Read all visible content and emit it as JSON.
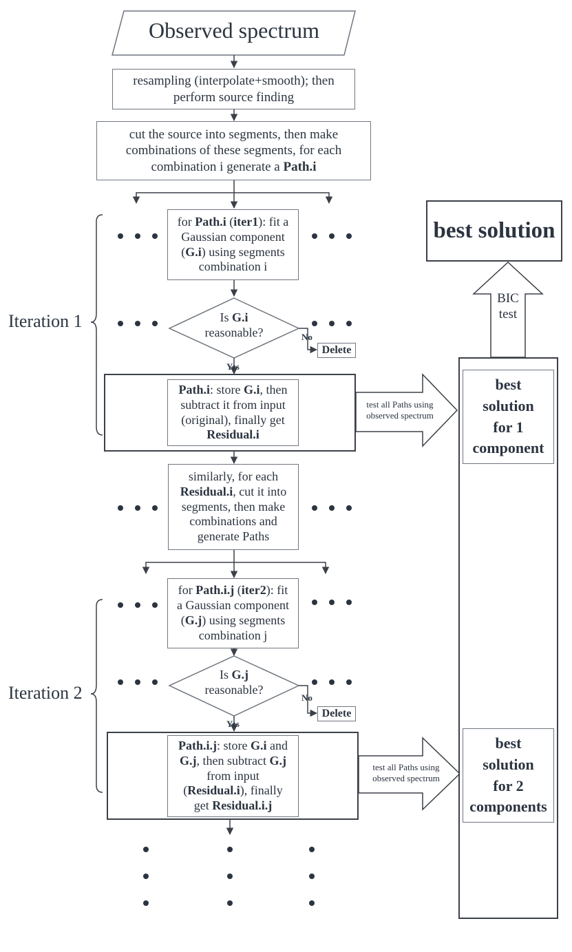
{
  "start": "Observed spectrum",
  "resample": {
    "line1": "resampling (interpolate+smooth); then",
    "line2": "perform source finding"
  },
  "cut": {
    "line1": "cut the source into segments, then make",
    "line2": "combinations of these segments, for each",
    "line3a": "combination i generate a ",
    "line3b": "Path.i"
  },
  "iter1": {
    "label": "Iteration 1",
    "fit": {
      "a": "for ",
      "b": "Path.i",
      "c": " (",
      "d": "iter1",
      "e": "): fit a",
      "l2": "Gaussian component",
      "l3a": "(",
      "l3b": "G.i",
      "l3c": ") using segments",
      "l4": "combination i"
    },
    "decision": {
      "a": "Is ",
      "b": "G.i",
      "l2": "reasonable?"
    },
    "no": "No",
    "yes": "Yes",
    "delete": "Delete",
    "store": {
      "a": "Path.i",
      "b": ": store ",
      "c": "G.i",
      "d": ", then",
      "l2": "subtract it from input",
      "l3": "(original), finally get",
      "l4": "Residual.i"
    },
    "test": {
      "l1": "test all Paths using",
      "l2": "observed spectrum"
    }
  },
  "similar": {
    "l1": "similarly, for each",
    "l2a": "Residual.i",
    "l2b": ", cut it into",
    "l3": "segments, then make",
    "l4": "combinations and",
    "l5": "generate Paths"
  },
  "iter2": {
    "label": "Iteration 2",
    "fit": {
      "a": "for ",
      "b": "Path.i.j",
      "c": " (",
      "d": "iter2",
      "e": "): fit",
      "l2": "a Gaussian component",
      "l3a": "(",
      "l3b": "G.j",
      "l3c": ") using segments",
      "l4": "combination j"
    },
    "decision": {
      "a": "Is ",
      "b": "G.j",
      "l2": "reasonable?"
    },
    "no": "No",
    "yes": "Yes",
    "delete": "Delete",
    "store": {
      "a": "Path.i.j",
      "b": ": store ",
      "c": "G.i",
      "d": " and",
      "l2a": "G.j",
      "l2b": ", then subtract ",
      "l2c": "G.j",
      "l3": "from input",
      "l4a": "(",
      "l4b": "Residual.i",
      "l4c": "), finally",
      "l5a": "get ",
      "l5b": "Residual.i.j"
    },
    "test": {
      "l1": "test all Paths using",
      "l2": "observed spectrum"
    }
  },
  "best": {
    "title": "best solution",
    "bic_l1": "BIC",
    "bic_l2": "test",
    "one": {
      "l1": "best",
      "l2": "solution",
      "l3": "for  1",
      "l4": "component"
    },
    "two": {
      "l1": "best",
      "l2": "solution",
      "l3": "for  2",
      "l4": "components"
    }
  },
  "colors": {
    "line": "#3b4048",
    "box_border": "#6f7680",
    "text": "#2b3440"
  }
}
